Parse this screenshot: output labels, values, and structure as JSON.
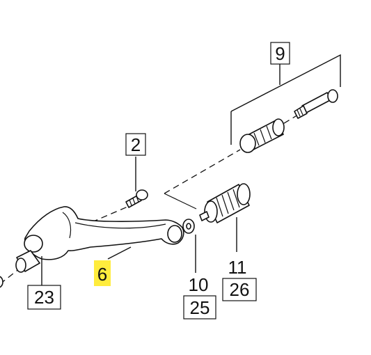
{
  "callouts": {
    "c9": "9",
    "c2": "2",
    "c6": "6",
    "c23": "23",
    "c10": "10",
    "c25": "25",
    "c11": "11",
    "c26": "26"
  },
  "colors": {
    "highlight": "#ffec3d",
    "line": "#111111",
    "background": "#ffffff"
  }
}
